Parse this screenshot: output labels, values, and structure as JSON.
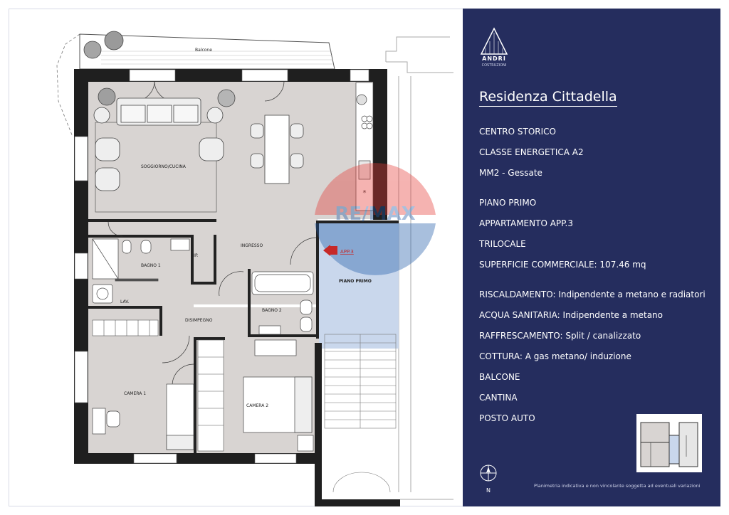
{
  "brand": {
    "name": "ANDRI",
    "subtitle": "COSTRUZIONI"
  },
  "title": "Residenza Cittadella",
  "info": [
    "CENTRO STORICO",
    "CLASSE ENERGETICA A2",
    "MM2 - Gessate",
    "PIANO PRIMO",
    "APPARTAMENTO APP.3",
    "TRILOCALE",
    "SUPERFICIE COMMERCIALE: 107.46 mq",
    "RISCALDAMENTO: Indipendente a metano e radiatori",
    "ACQUA SANITARIA: Indipendente a metano",
    "RAFFRESCAMENTO: Split / canalizzato",
    "COTTURA: A gas metano/ induzione",
    "BALCONE",
    "CANTINA",
    "POSTO AUTO"
  ],
  "disclaimer": "Planimetria indicativa e non vincolante soggetta ad eventuali variazioni",
  "compass_label": "N",
  "watermark": "RE/MAX",
  "plan": {
    "balcony": "Balcone",
    "living": "SOGGIORNO/CUCINA",
    "entrance": "INGRESSO",
    "bath1": "BAGNO 1",
    "storage": "RIP.",
    "laundry": "LAV.",
    "hall": "DISIMPEGNO",
    "bath2": "BAGNO 2",
    "bedroom1": "CAMERA 1",
    "bedroom2": "CAMERA 2",
    "apartment_tag": "APP.3",
    "floor_label": "PIANO PRIMO"
  },
  "colors": {
    "panel": "#252d5e",
    "wall": "#1f1f1f",
    "floor": "#d8d4d2",
    "tag": "#c62828"
  }
}
